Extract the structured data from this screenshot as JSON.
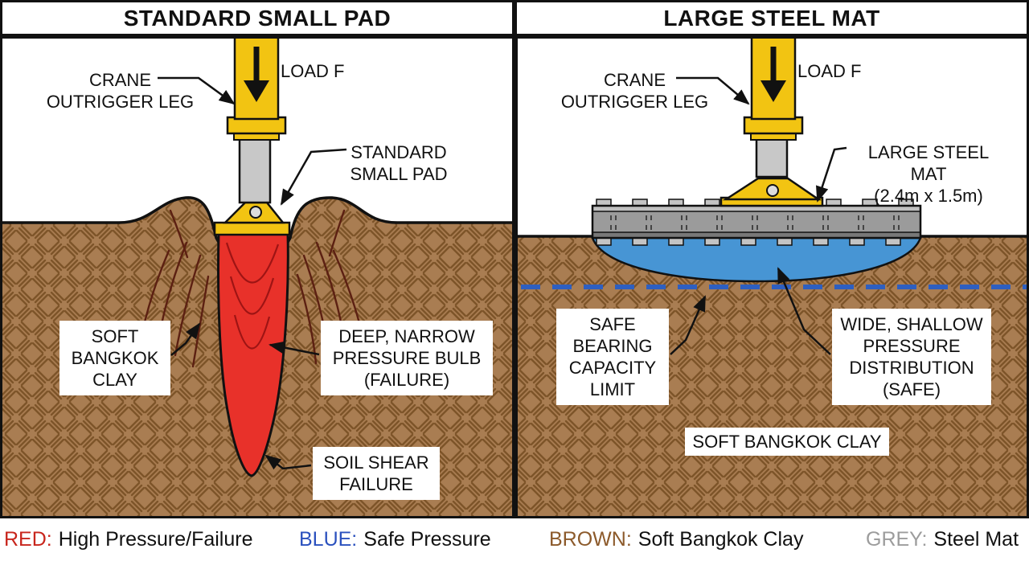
{
  "left_panel": {
    "title": "STANDARD SMALL PAD",
    "labels": {
      "crane1": "CRANE",
      "crane2": "OUTRIGGER LEG",
      "load": "LOAD F",
      "pad1": "STANDARD",
      "pad2": "SMALL PAD",
      "clay1": "SOFT",
      "clay2": "BANGKOK",
      "clay3": "CLAY",
      "bulb1": "DEEP, NARROW",
      "bulb2": "PRESSURE BULB",
      "bulb3": "(FAILURE)",
      "shear1": "SOIL SHEAR",
      "shear2": "FAILURE"
    }
  },
  "right_panel": {
    "title": "LARGE STEEL MAT",
    "labels": {
      "crane1": "CRANE",
      "crane2": "OUTRIGGER LEG",
      "load": "LOAD F",
      "mat1": "LARGE STEEL MAT",
      "mat2": "(2.4m x 1.5m)",
      "limit1": "SAFE",
      "limit2": "BEARING",
      "limit3": "CAPACITY",
      "limit4": "LIMIT",
      "dist1": "WIDE, SHALLOW",
      "dist2": "PRESSURE",
      "dist3": "DISTRIBUTION",
      "dist4": "(SAFE)",
      "clay": "SOFT BANGKOK CLAY"
    }
  },
  "legend": {
    "items": [
      {
        "key": "RED:",
        "text": "High Pressure/Failure",
        "color": "#C8251C"
      },
      {
        "key": "BLUE:",
        "text": "Safe Pressure",
        "color": "#2B51BE"
      },
      {
        "key": "BROWN:",
        "text": "Soft Bangkok Clay",
        "color": "#8C5A2B"
      },
      {
        "key": "GREY:",
        "text": "Steel Mat",
        "color": "#9C9C9C"
      }
    ]
  },
  "colors": {
    "machine_yellow": "#F2C412",
    "pressure_red": "#E8312A",
    "bulb_contour_red": "#9E1414",
    "safe_blue": "#4795D4",
    "limit_blue": "#2E5FC0",
    "clay_brown": "#A97D52",
    "clay_hatch": "#7D5429",
    "shear_line": "#5C2012",
    "steel_grey": "#9B9B9B",
    "cylinder_grey": "#C8C8C8",
    "ink": "#111111"
  }
}
